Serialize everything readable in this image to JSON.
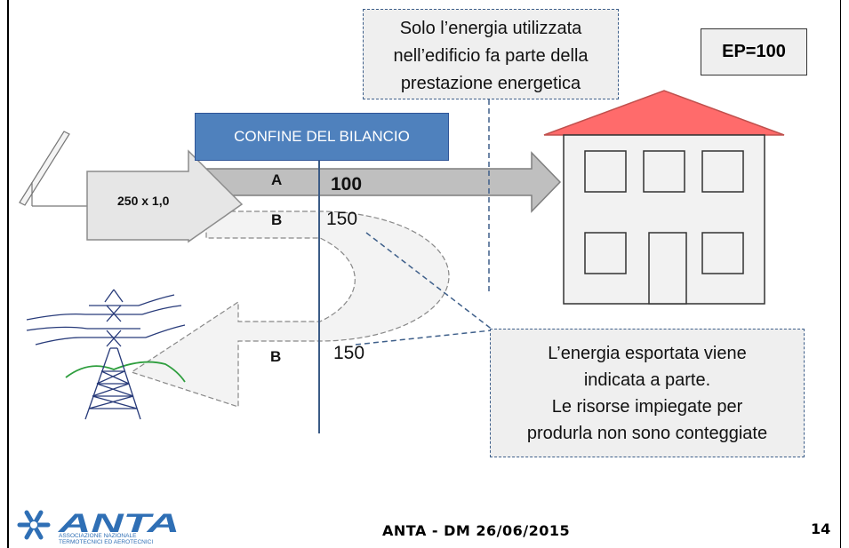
{
  "notes": {
    "top": [
      "Solo l’energia utilizzata",
      "nell’edificio fa parte della",
      "prestazione energetica"
    ],
    "bottom": [
      "L’energia esportata viene",
      "indicata a parte.",
      "Le risorse impiegate per",
      "produrla non sono conteggiate"
    ]
  },
  "ep_label": "EP=100",
  "boundary_label": "CONFINE DEL BILANCIO",
  "source_label": "250 x 1,0",
  "flows": {
    "a_letter": "A",
    "a_value": "100",
    "b_letter": "B",
    "b_value": "150",
    "b_return_letter": "B",
    "b_return_value": "150"
  },
  "footer": {
    "title": "ANTA - DM 26/06/2015",
    "page": "14",
    "logo_text": "ANTA",
    "logo_sub_1": "ASSOCIAZIONE NAZIONALE",
    "logo_sub_2": "TERMOTECNICI ED AEROTECNICI"
  },
  "colors": {
    "confine_fill": "#4f81bd",
    "roof": "#ff6b6b",
    "dashed": "#3e5f8a",
    "logo_blue": "#2f6fb5"
  }
}
